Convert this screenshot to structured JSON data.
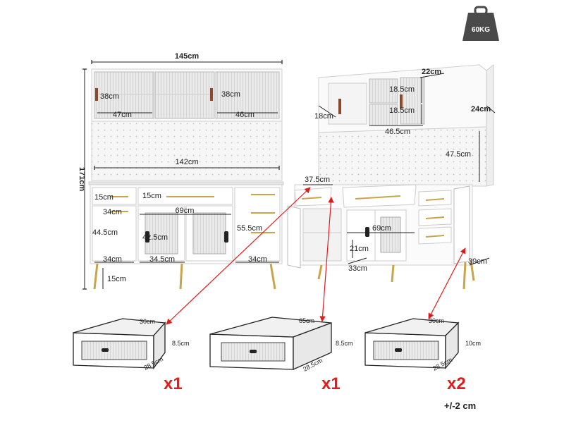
{
  "weight_badge": {
    "label": "60KG"
  },
  "front_view": {
    "width_total": "145cm",
    "height_total": "171cm",
    "upper_door_height_left": "38cm",
    "upper_door_height_right": "38cm",
    "upper_left_width": "47cm",
    "upper_right_width": "46cm",
    "pegboard_width": "142cm",
    "drawer_left_height": "15cm",
    "drawer_center_height": "15cm",
    "drawer_left_inner_width": "34cm",
    "center_width": "69cm",
    "left_cabinet_height": "44.5cm",
    "glass_door_height": "42.5cm",
    "right_column_height": "55.5cm",
    "left_cabinet_width": "34cm",
    "glass_door_width": "34.5cm",
    "right_column_width": "34cm",
    "leg_height": "15cm"
  },
  "open_view": {
    "shelf_depth": "22cm",
    "cubby_height_top": "18.5cm",
    "cubby_height_bottom": "18.5cm",
    "side_depth": "18cm",
    "upper_depth": "24cm",
    "cubby_width": "46.5cm",
    "pegboard_height": "47.5cm",
    "top_drawer_width": "37.5cm",
    "inner_width": "69cm",
    "inner_height": "21cm",
    "inner_depth": "33cm",
    "base_depth": "39cm"
  },
  "drawers": [
    {
      "width": "30cm",
      "height": "8.5cm",
      "depth": "28.5cm",
      "qty": "x1"
    },
    {
      "width": "65cm",
      "height": "8.5cm",
      "depth": "28.5cm",
      "qty": "x1"
    },
    {
      "width": "30cm",
      "height": "10cm",
      "depth": "28.5cm",
      "qty": "x2"
    }
  ],
  "tolerance": "+/-2 cm",
  "colors": {
    "arrow": "#e01b1b",
    "gold": "#c9a54a",
    "line": "#222222",
    "panel": "#f3f3f3"
  }
}
